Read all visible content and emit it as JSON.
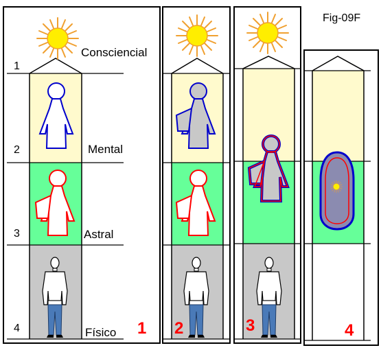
{
  "figure_label": "Fig-09F",
  "levels": [
    {
      "number": "1",
      "name": "Consciencial"
    },
    {
      "number": "2",
      "name": "Mental"
    },
    {
      "number": "3",
      "name": "Astral"
    },
    {
      "number": "4",
      "name": "Físico"
    }
  ],
  "panels": [
    {
      "number": "1"
    },
    {
      "number": "2"
    },
    {
      "number": "3"
    },
    {
      "number": "4"
    }
  ],
  "colors": {
    "mental_zone": "#fffacd",
    "astral_zone": "#66ff99",
    "physical_zone": "#c8c8c8",
    "panel_number": "#ff0000",
    "mental_outline": "#0000cc",
    "astral_outline": "#ff0000",
    "sun_fill": "#ffee00",
    "sun_rays": "#f0a030"
  },
  "icons": [
    "sun-icon",
    "mental-body-icon",
    "astral-body-icon",
    "physical-body-icon"
  ]
}
